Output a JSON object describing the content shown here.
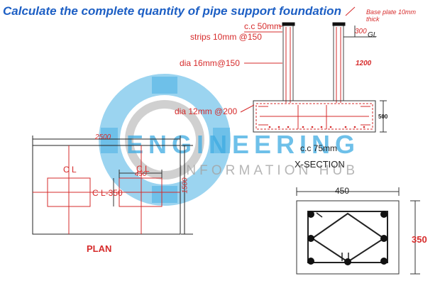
{
  "heading": "Calculate the complete quantity of pipe support foundation",
  "section": {
    "base_plate": "Base plate 10mm",
    "base_plate_2": "thick",
    "cc_top": "c.c 50mm",
    "strips": "strips 10mm @150",
    "dim_300": "300",
    "gl": "GL",
    "dim_1200": "1200",
    "dia16": "dia 16mm@150",
    "dia12": "dia 12mm @200",
    "dim_500": "500",
    "cc_bottom": "c.c 75mm",
    "title": "X-SECTION"
  },
  "plan": {
    "dim_2500": "2500",
    "dim_1500": "1500",
    "cl_left": "C L",
    "cl_right": "C L",
    "dim_450": "450",
    "cl_350": "C L-350",
    "title": "PLAN"
  },
  "column": {
    "dim_450": "450",
    "dim_350": "350"
  },
  "watermark": {
    "line1": "ENGINEERING",
    "line2": "INFORMATION HUB"
  },
  "colors": {
    "heading": "#1d5fc4",
    "annotation": "#d62b2b",
    "lines": "#222222",
    "watermark": "#2aa3df"
  }
}
